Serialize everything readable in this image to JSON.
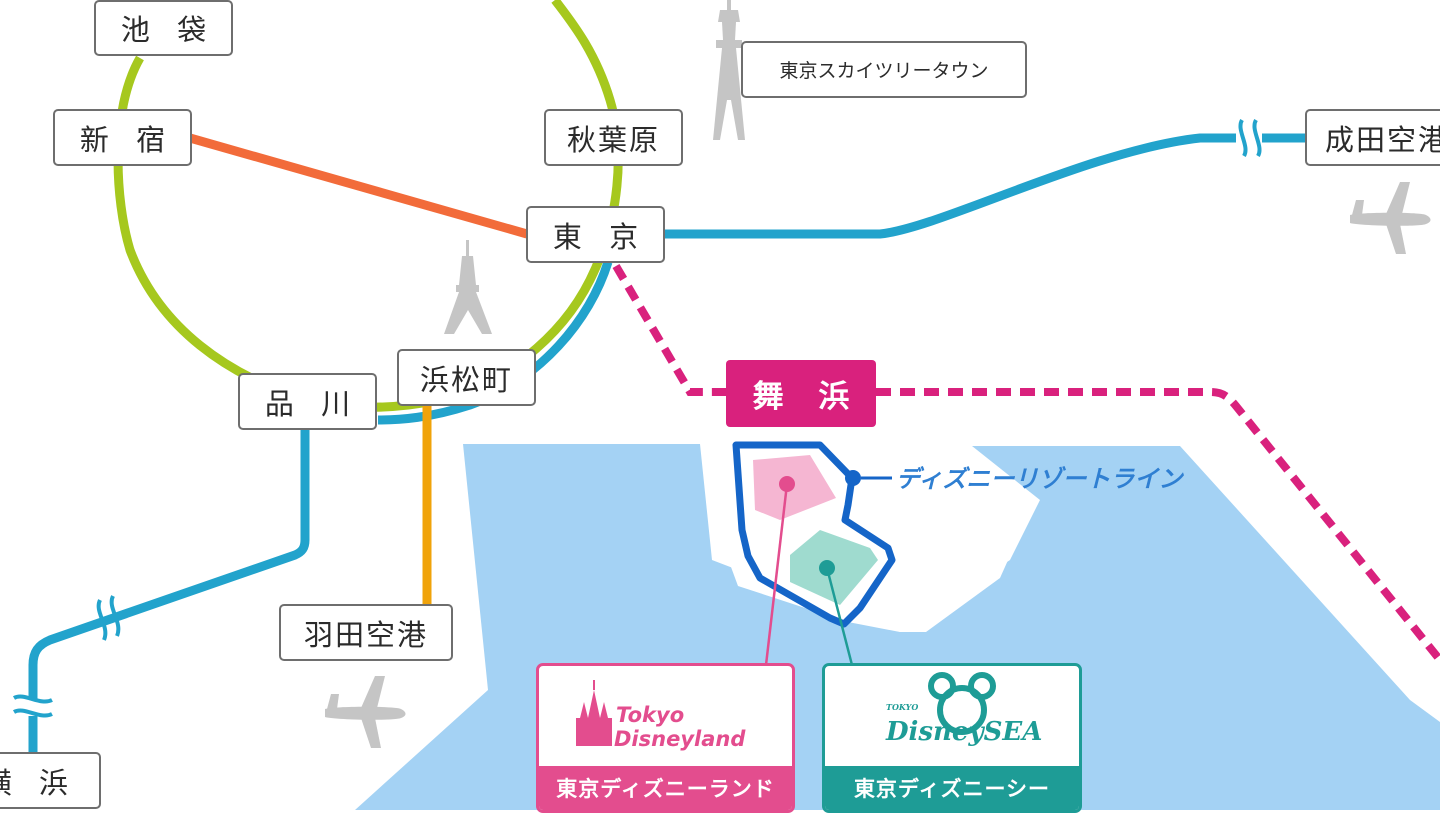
{
  "colors": {
    "yamanote": "#a6c81e",
    "chuo": "#f26b3a",
    "keiyo": "#22a3cc",
    "monorail": "#f0a30a",
    "maihama_brand": "#d9217d",
    "resort_line": "#1565c8",
    "bay": "#a4d2f4",
    "land": "#e34d8e",
    "sea": "#1e9c96",
    "landmark": "#c5c5c5"
  },
  "stations": {
    "ikebukuro": "池 袋",
    "shinjuku": "新 宿",
    "akihabara": "秋葉原",
    "tokyo": "東 京",
    "shinagawa": "品 川",
    "hamamatsucho": "浜松町",
    "haneda": "羽田空港",
    "yokohama": "横 浜",
    "narita": "成田空港",
    "skytree": "東京スカイツリータウン"
  },
  "maihama": "舞 浜",
  "resort_line_label": "ディズニーリゾートライン",
  "parks": {
    "land": {
      "name": "東京ディズニーランド",
      "logo_line1": "Tokyo",
      "logo_line2": "Disneyland"
    },
    "sea": {
      "name": "東京ディズニーシー",
      "logo_small": "TOKYO",
      "logo_main": "DisneySEA"
    }
  },
  "icons": [
    "skytree-icon",
    "tokyo-tower-icon",
    "airplane-icon",
    "line-break-icon"
  ]
}
